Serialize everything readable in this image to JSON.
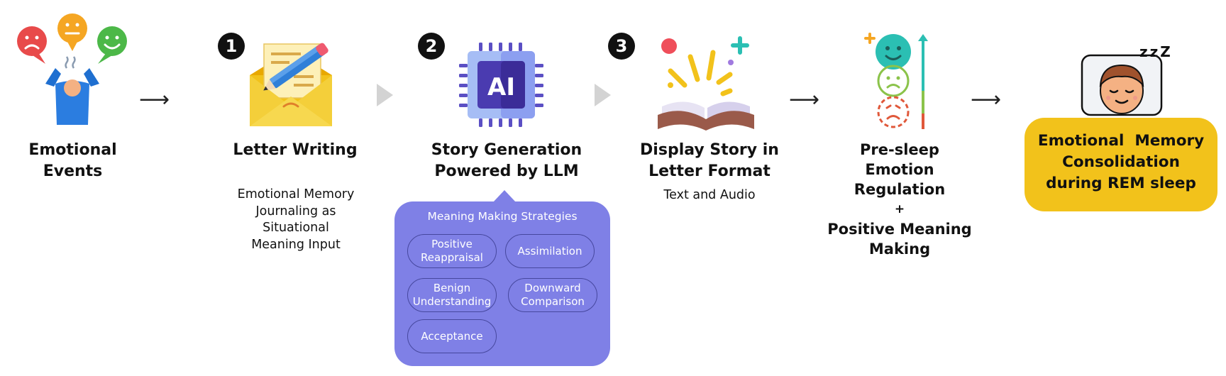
{
  "stages": {
    "events": {
      "title_lines": [
        "Emotional",
        "Events"
      ]
    },
    "letter": {
      "badge": "1",
      "title": "Letter Writing",
      "sub_lines": [
        "Emotional Memory",
        "Journaling as",
        "Situational",
        "Meaning Input"
      ]
    },
    "story": {
      "badge": "2",
      "title_lines": [
        "Story Generation",
        "Powered by LLM"
      ],
      "chip_text": "AI"
    },
    "display": {
      "badge": "3",
      "title_lines": [
        "Display Story in",
        "Letter Format"
      ],
      "sub": "Text and Audio"
    },
    "presleep": {
      "title_lines": [
        "Pre-sleep",
        "Emotion",
        "Regulation"
      ],
      "plus": "+",
      "title2_lines": [
        "Positive Meaning",
        "Making"
      ]
    },
    "rem": {
      "title_lines": [
        "Emotional  Memory",
        "Consolidation",
        "during REM sleep"
      ]
    }
  },
  "meaning_making": {
    "title": "Meaning Making Strategies",
    "strategies": [
      {
        "lines": [
          "Positive",
          "Reappraisal"
        ]
      },
      {
        "lines": [
          "Assimilation"
        ]
      },
      {
        "lines": [
          "Benign",
          "Understanding"
        ]
      },
      {
        "lines": [
          "Downward",
          "Comparison"
        ]
      },
      {
        "lines": [
          "Acceptance"
        ]
      }
    ]
  },
  "arrow_symbol": "⟶",
  "sleep_z": "z z Z",
  "colors": {
    "panel": "#7f80e6",
    "rem_box": "#f2c21b",
    "connector": "#d3d3d3"
  },
  "icons": [
    "emoji-faces-icon",
    "stressed-person-icon",
    "letter-envelope-icon",
    "ai-chip-icon",
    "open-book-icon",
    "mood-scale-icon",
    "sleeping-person-icon"
  ]
}
